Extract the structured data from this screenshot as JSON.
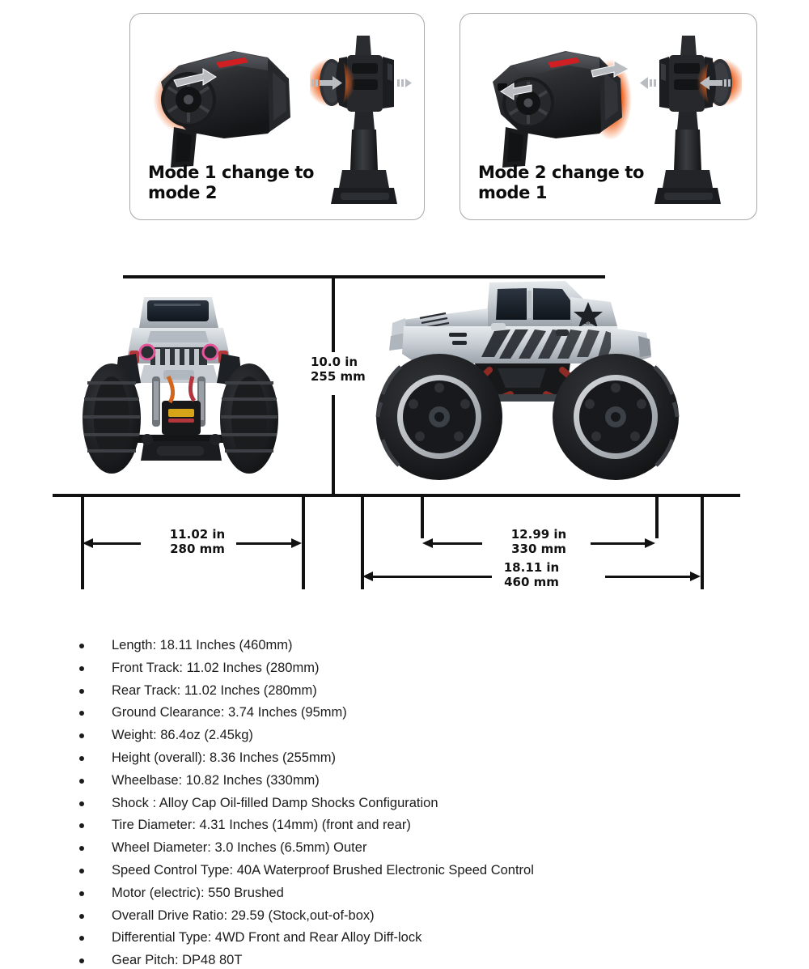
{
  "mode_panels": [
    {
      "id": "mode-1-to-2",
      "caption": "Mode 1 change to\nmode 2",
      "arrow_direction": "right",
      "wheel_side": "left",
      "glow_color": "#ef6420"
    },
    {
      "id": "mode-2-to-1",
      "caption": "Mode 2 change to\nmode 1",
      "arrow_direction": "left",
      "wheel_side": "right",
      "glow_color": "#ef6420"
    }
  ],
  "dimensions": {
    "height": {
      "label": "10.0  in\n255 mm",
      "inches": "10.0",
      "mm": "255"
    },
    "front_track": {
      "label": "11.02  in\n280 mm",
      "inches": "11.02",
      "mm": "280"
    },
    "wheelbase": {
      "label": "12.99 in\n330 mm",
      "inches": "12.99",
      "mm": "330"
    },
    "length": {
      "label": "18.11  in\n460 mm",
      "inches": "18.11",
      "mm": "460"
    }
  },
  "specs": [
    "Length:  18.11 Inches (460mm)",
    "Front Track:  11.02 Inches (280mm)",
    "Rear Track:  11.02 Inches (280mm)",
    "Ground Clearance: 3.74 Inches (95mm)",
    "Weight:  86.4oz (2.45kg)",
    "Height (overall):  8.36 Inches (255mm)",
    "Wheelbase:  10.82 Inches (330mm)",
    "Shock :  Alloy Cap Oil-filled Damp Shocks Configuration",
    "Tire Diameter:  4.31 Inches (14mm) (front and rear)",
    "Wheel Diameter:  3.0 Inches (6.5mm) Outer",
    "Speed Control Type:  40A Waterproof Brushed Electronic Speed Control",
    "Motor (electric):  550 Brushed",
    "Overall Drive Ratio:  29.59   (Stock,out-of-box)",
    "Differential Type:  4WD Front and Rear Alloy Diff-lock",
    "Gear Pitch:  DP48 80T"
  ],
  "colors": {
    "glow": "#ef6420",
    "line": "#111111",
    "panel_border": "#a9a9ad",
    "body_silver": "#c9ced4",
    "tire_black": "#1b1b1d",
    "suspension_red": "#8e2b24"
  }
}
